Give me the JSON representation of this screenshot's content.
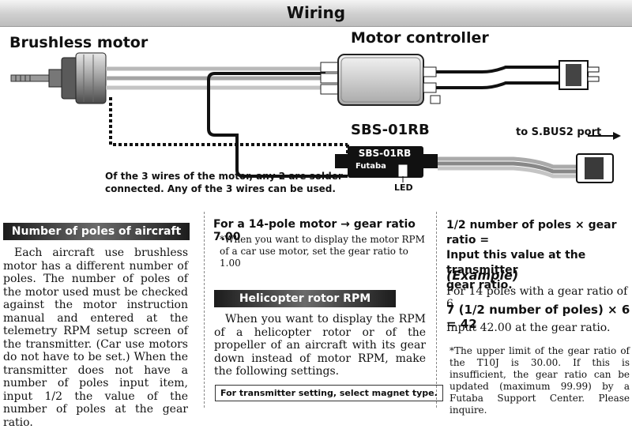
{
  "page": {
    "title": "Wiring"
  },
  "diagram": {
    "brushless_motor_label": "Brushless motor",
    "motor_controller_label": "Motor controller",
    "sensor_label": "SBS-01RB",
    "sensor_body_text": "SBS-01RB",
    "sensor_brand": "Futaba",
    "led_label": "LED",
    "port_label": "to S.BUS2 port",
    "wire_note_line1": "Of the 3 wires of the motor, any 2 are solder-",
    "wire_note_line2": "connected. Any of the 3 wires can be used."
  },
  "left_column": {
    "heading": "Number of poles of aircraft motor",
    "body": "Each aircraft use brushless motor has a different number of poles. The number of poles of the motor used must be checked against the motor instruction manual and entered at the telemetry RPM setup screen of the transmitter. (Car use motors do not have to be set.) When the transmitter does not have a number of poles input item, input 1/2 the value of the number of poles at the gear ratio."
  },
  "middle_column": {
    "heading_line": "For a 14-pole motor → gear ratio 7.00",
    "note": "*When you want to display the motor RPM of a car use motor, set the gear ratio to 1.00",
    "section_heading": "Helicopter rotor RPM",
    "body": "When you want to display the RPM of a helicopter rotor or of the propeller of an aircraft with its gear down instead of motor RPM, make the following settings.",
    "boxed_note": "For transmitter setting, select magnet type."
  },
  "right_column": {
    "formula_line1": "1/2 number of poles × gear ratio =",
    "formula_line2": "Input this value at the transmitter",
    "formula_line3": "gear ratio.",
    "example_heading": "(Example)",
    "example_line": "For 14 poles with a gear ratio of 6",
    "example_calc": "7 (1/2 number of poles) × 6 = 42",
    "example_result": "Input 42.00 at the gear ratio.",
    "note": "*The upper limit of the gear ratio of the T10J is 30.00. If this is insufficient, the gear ratio can be updated (maximum 99.99) by a Futaba Support Center. Please inquire."
  }
}
